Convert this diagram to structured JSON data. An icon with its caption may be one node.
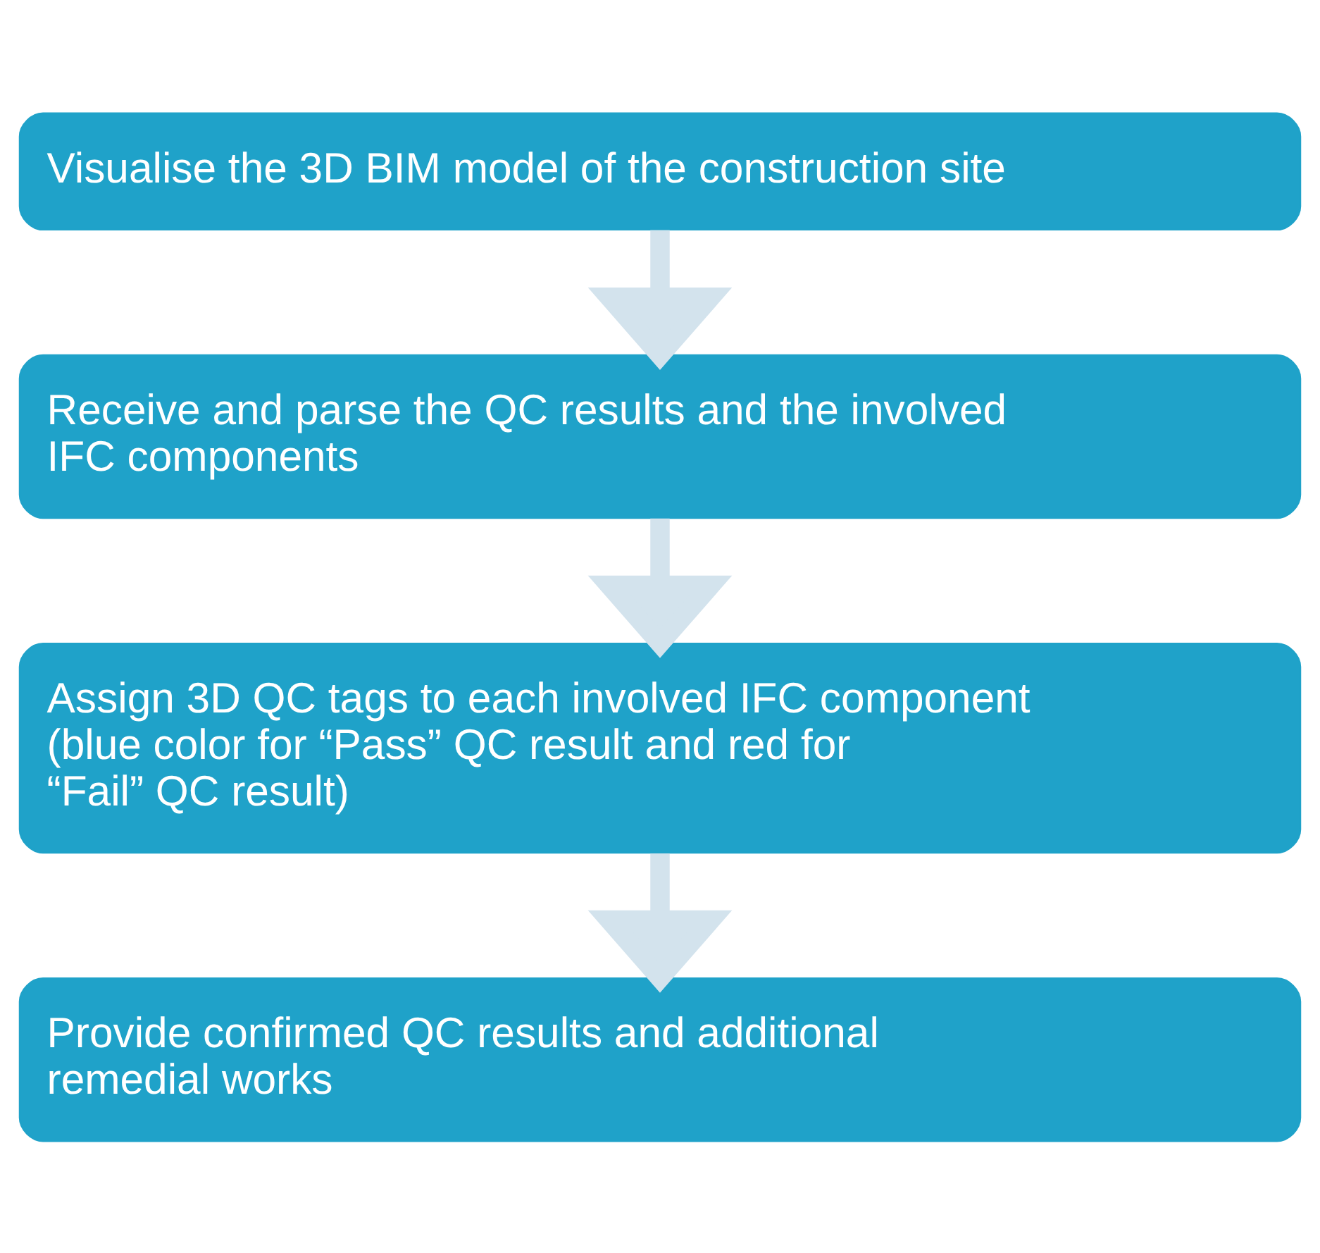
{
  "diagram": {
    "nodes": [
      {
        "text": [
          "Visualise the 3D BIM model of the construction site"
        ]
      },
      {
        "text": [
          "Receive and parse the QC results and the involved IFC components"
        ]
      },
      {
        "text": [
          "Assign 3D QC tags to each involved IFC component (blue color for “Pass” QC result and red for “Fail” QC result)"
        ]
      },
      {
        "text": [
          "Provide confirmed QC results and additional remedial works"
        ]
      }
    ],
    "edges": [
      {
        "from": 0,
        "to": 1,
        "arrow": "to"
      },
      {
        "from": 1,
        "to": 2,
        "arrow": "to"
      },
      {
        "from": 2,
        "to": 3,
        "arrow": "to"
      }
    ]
  }
}
